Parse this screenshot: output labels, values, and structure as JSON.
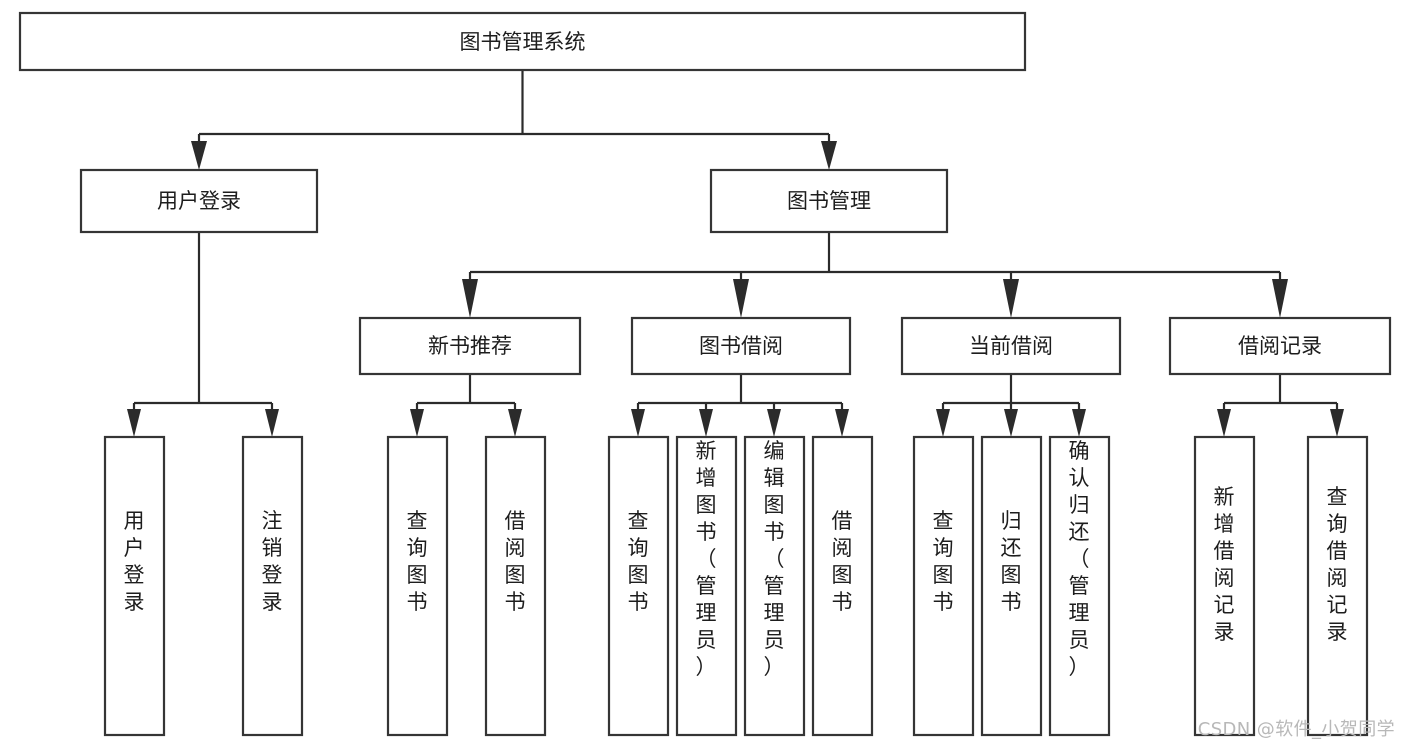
{
  "diagram": {
    "title": "图书管理系统",
    "type": "tree-hierarchy",
    "watermark": "CSDN @软件_小贺同学",
    "colors": {
      "box_border": "#353535",
      "box_fill": "#ffffff",
      "connector": "#2b2b2b",
      "text": "#1d1d1d",
      "watermark": "#b8b8b8",
      "background": "#ffffff"
    },
    "root": {
      "label": "图书管理系统"
    },
    "level2": [
      {
        "label": "用户登录"
      },
      {
        "label": "图书管理"
      }
    ],
    "level3": [
      {
        "label": "新书推荐"
      },
      {
        "label": "图书借阅"
      },
      {
        "label": "当前借阅"
      },
      {
        "label": "借阅记录"
      }
    ],
    "leaves": {
      "user_login": [
        {
          "label": "用户登录"
        },
        {
          "label": "注销登录"
        }
      ],
      "new_book_recommend": [
        {
          "label": "查询图书"
        },
        {
          "label": "借阅图书"
        }
      ],
      "book_borrow": [
        {
          "label": "查询图书"
        },
        {
          "label": "新增图书（管理员）"
        },
        {
          "label": "编辑图书（管理员）"
        },
        {
          "label": "借阅图书"
        }
      ],
      "current_borrow": [
        {
          "label": "查询图书"
        },
        {
          "label": "归还图书"
        },
        {
          "label": "确认归还（管理员）"
        }
      ],
      "borrow_record": [
        {
          "label": "新增借阅记录"
        },
        {
          "label": "查询借阅记录"
        }
      ]
    }
  }
}
